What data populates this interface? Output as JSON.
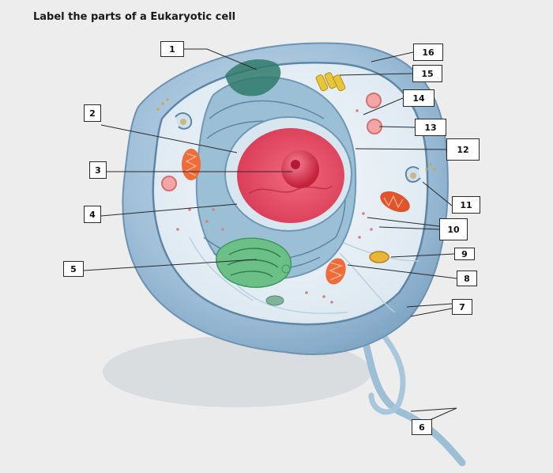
{
  "title": "Label the parts of a Eukaryotic cell",
  "labels": [
    "1",
    "2",
    "3",
    "4",
    "5",
    "6",
    "7",
    "8",
    "9",
    "10",
    "11",
    "12",
    "13",
    "14",
    "15",
    "16"
  ]
}
